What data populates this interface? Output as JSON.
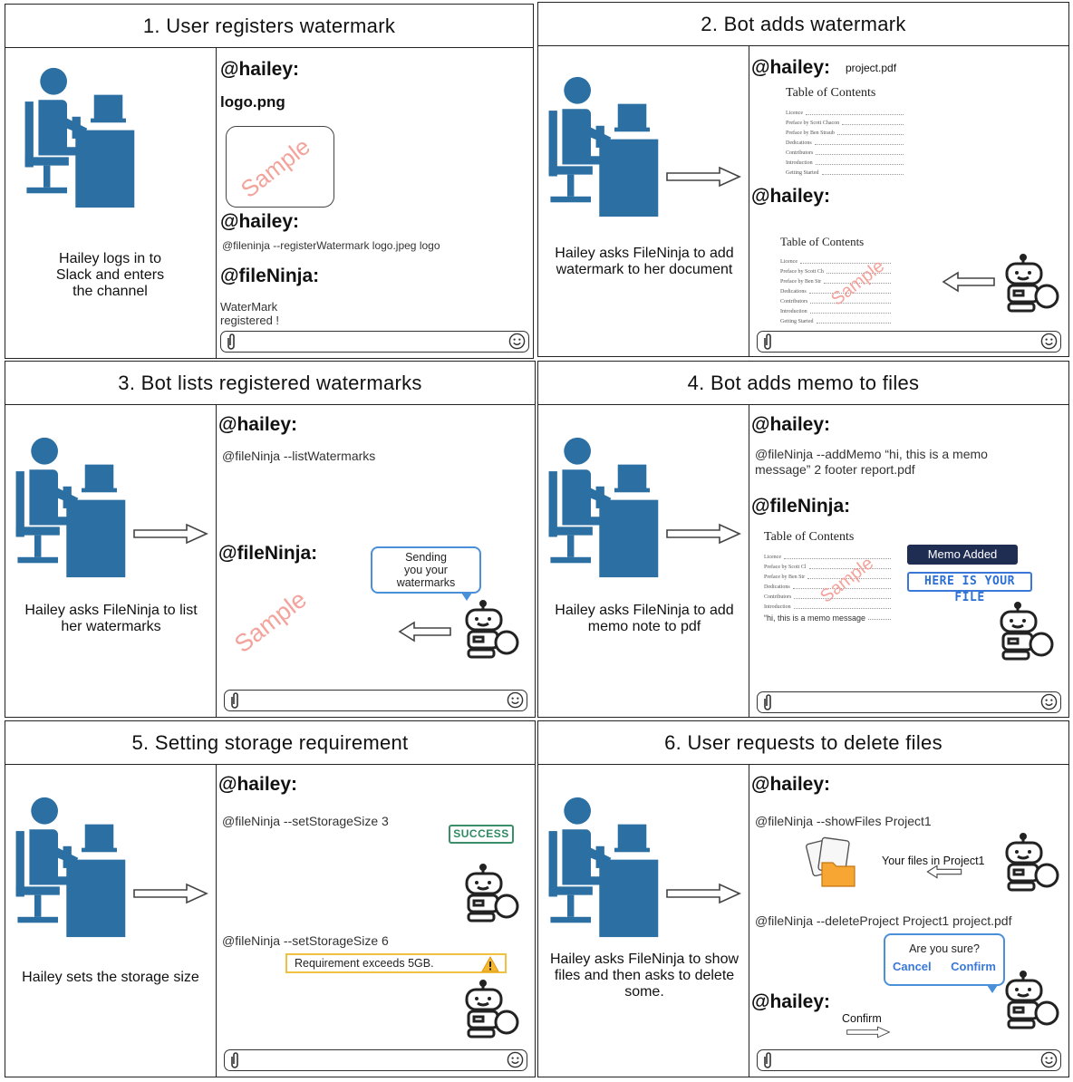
{
  "panels": [
    {
      "title": "1. User registers watermark",
      "caption": "Hailey logs in to\nSlack and enters\nthe channel",
      "messages": {
        "handle1": "@hailey:",
        "file": "logo.png",
        "watermark": "Sample",
        "handle2": "@hailey:",
        "command": "@fileninja --registerWatermark logo.jpeg logo",
        "handle3": "@fileNinja:",
        "reply": "WaterMark\nregistered !"
      }
    },
    {
      "title": "2. Bot adds watermark",
      "caption": "Hailey asks FileNinja to add\nwatermark to her document",
      "messages": {
        "handle1": "@hailey:",
        "file": "project.pdf",
        "handle2": "@hailey:",
        "watermark": "Sample"
      }
    },
    {
      "title": "3. Bot lists registered watermarks",
      "caption": "Hailey asks FileNinja to list\nher watermarks",
      "messages": {
        "handle1": "@hailey:",
        "command": "@fileNinja --listWatermarks",
        "handle2": "@fileNinja:",
        "bubble": "Sending\nyou your\nwatermarks",
        "watermark": "Sample"
      }
    },
    {
      "title": "4. Bot adds memo to files",
      "caption": "Hailey asks FileNinja to add\nmemo note to pdf",
      "messages": {
        "handle1": "@hailey:",
        "command": "@fileNinja --addMemo “hi, this is a memo\nmessage” 2 footer report.pdf",
        "handle2": "@fileNinja:",
        "memo_badge": "Memo Added",
        "file_badge": "HERE IS YOUR FILE",
        "memo_line": "“hi, this is a memo message",
        "watermark": "Sample"
      }
    },
    {
      "title": "5. Setting storage requirement",
      "caption": "Hailey sets the storage size",
      "messages": {
        "handle1": "@hailey:",
        "command1": "@fileNinja --setStorageSize 3",
        "success": "SUCCESS",
        "command2": "@fileNinja --setStorageSize 6",
        "warning": "Requirement exceeds 5GB."
      }
    },
    {
      "title": "6. User requests to delete files",
      "caption": "Hailey asks FileNinja to show\nfiles and then asks to delete\nsome.",
      "messages": {
        "handle1": "@hailey:",
        "command1": "@fileNinja --showFiles Project1",
        "files_label": "Your files in Project1",
        "command2": "@fileNinja --deleteProject Project1 project.pdf",
        "bubble_question": "Are you sure?",
        "cancel": "Cancel",
        "confirm": "Confirm",
        "handle2": "@hailey:",
        "confirm_reply": "Confirm"
      }
    }
  ],
  "toc": {
    "title": "Table of Contents",
    "entries": [
      "Licence",
      "Preface by Scott Chacon",
      "Preface by Ben Straub",
      "Dedications",
      "Contributors",
      "Introduction",
      "Getting Started"
    ],
    "entries_short": [
      "Licence",
      "Preface by Scott Ch",
      "Preface by Ben Str",
      "Dedications",
      "Contributors",
      "Introduction",
      "Getting Started"
    ],
    "entries_memo": [
      "Licence",
      "Preface by Scott Cl",
      "Preface by Ben Str",
      "Dedications",
      "Contributors",
      "Introduction"
    ]
  },
  "colors": {
    "person": "#2b6fa3",
    "watermark": "#f3a39c",
    "accent": "#4a90d9"
  }
}
